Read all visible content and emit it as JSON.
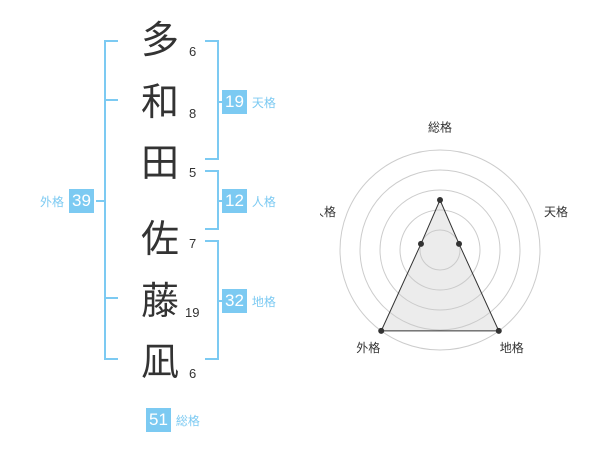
{
  "name": {
    "chars": [
      {
        "char": "多",
        "strokes": "6"
      },
      {
        "char": "和",
        "strokes": "8"
      },
      {
        "char": "田",
        "strokes": "5"
      },
      {
        "char": "佐",
        "strokes": "7"
      },
      {
        "char": "藤",
        "strokes": "19"
      },
      {
        "char": "凪",
        "strokes": "6"
      }
    ]
  },
  "fortunes": {
    "tenkaku": {
      "label": "天格",
      "value": "19"
    },
    "jinkaku": {
      "label": "人格",
      "value": "12"
    },
    "chikaku": {
      "label": "地格",
      "value": "32"
    },
    "gaikaku": {
      "label": "外格",
      "value": "39"
    },
    "soukaku": {
      "label": "総格",
      "value": "51"
    }
  },
  "colors": {
    "accent": "#7ccaf2",
    "text": "#333333",
    "grid": "#cccccc"
  },
  "chart_data": {
    "type": "radar",
    "axes": [
      "総格",
      "天格",
      "地格",
      "外格",
      "人格"
    ],
    "values": [
      0.5,
      0.2,
      1.0,
      1.0,
      0.2
    ],
    "rings": 5,
    "range": [
      0,
      1
    ]
  }
}
